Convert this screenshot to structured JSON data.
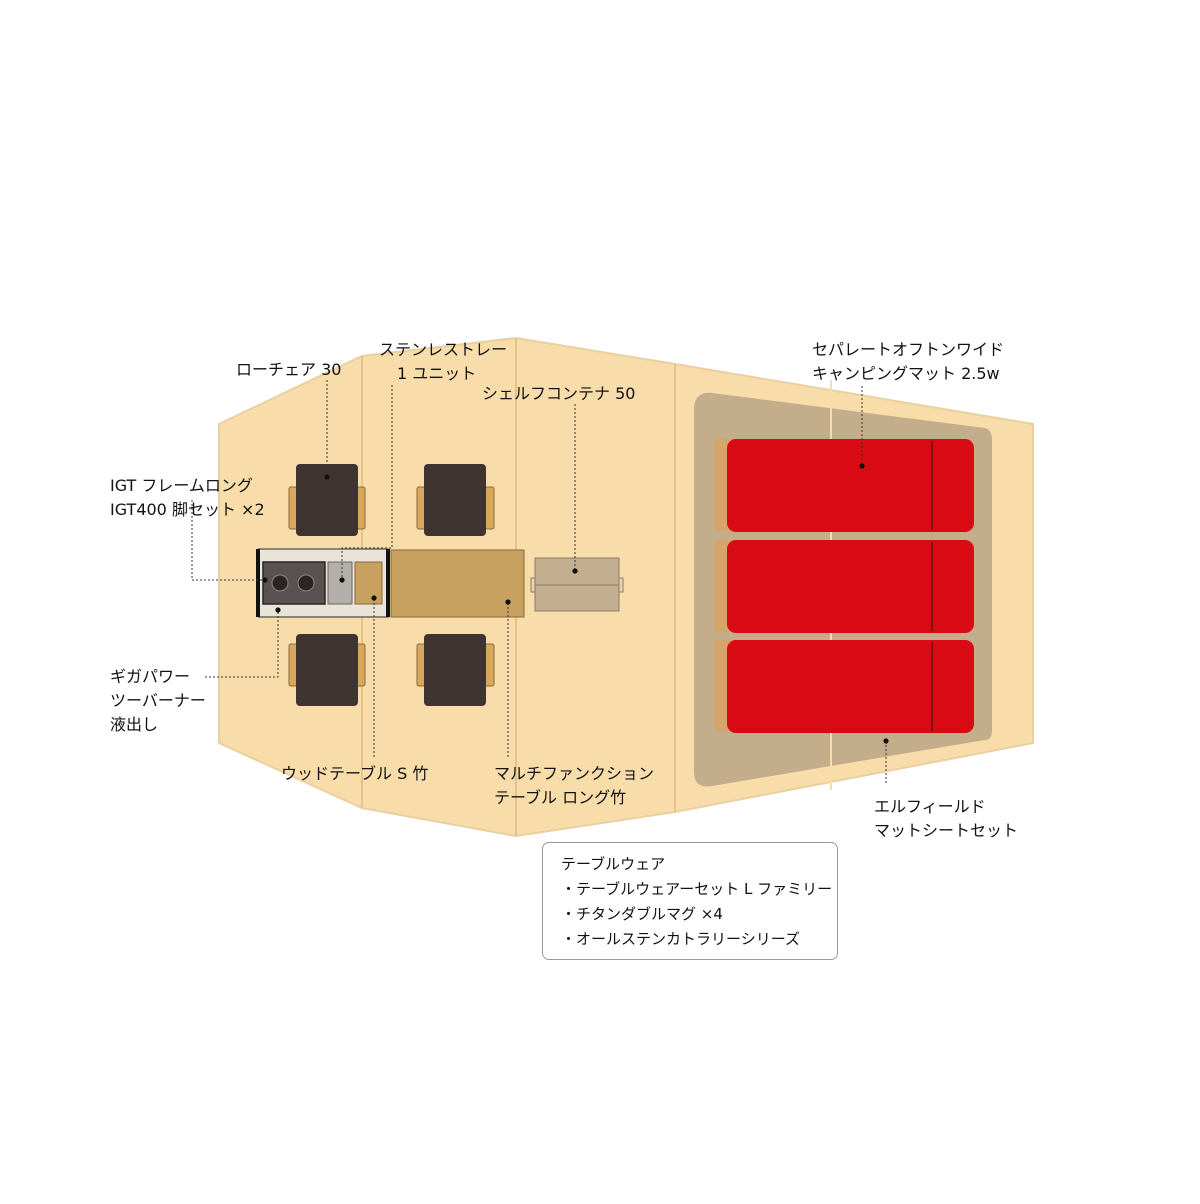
{
  "labels": {
    "low_chair": "ローチェア 30",
    "stainless_tray": [
      "ステンレストレー",
      "1 ユニット"
    ],
    "shelf_container": "シェルフコンテナ 50",
    "futon_mat": [
      "セパレートオフトンワイド",
      "キャンピングマット 2.5w"
    ],
    "igt_frame": [
      "IGT フレームロング",
      "IGT400 脚セット ×2"
    ],
    "burner": [
      "ギガパワー",
      "ツーバーナー",
      "液出し"
    ],
    "wood_table": "ウッドテーブル S 竹",
    "multi_table": [
      "マルチファンクション",
      "テーブル ロング竹"
    ],
    "field_mat": [
      "エルフィールド",
      "マットシートセット"
    ]
  },
  "tableware": {
    "title": "テーブルウェア",
    "items": [
      "・テーブルウェアーセット L ファミリー",
      "・チタンダブルマグ ×4",
      "・オールステンカトラリーシリーズ"
    ]
  },
  "colors": {
    "tent_floor": "#f8dcaa",
    "tent_edge": "#ead0a0",
    "chair": "#3f3430",
    "mat_red": "#d90a14",
    "mat_sheet": "#c4ad8b",
    "table_wood": "#c8a060"
  }
}
